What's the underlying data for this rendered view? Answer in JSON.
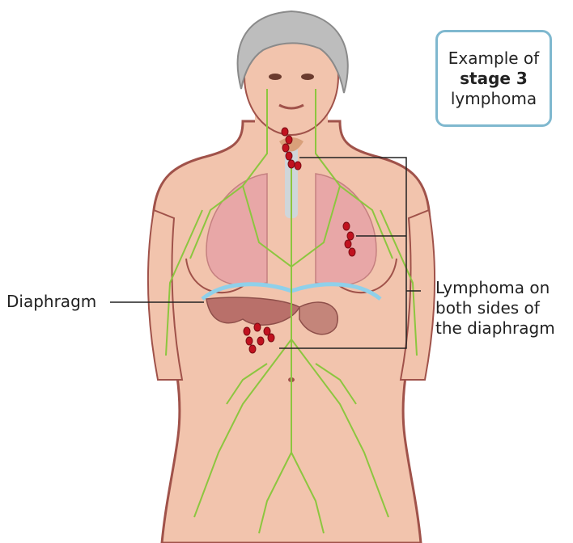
{
  "callout": {
    "line1": "Example of",
    "line2": "stage 3",
    "line3": "lymphoma"
  },
  "labels": {
    "diaphragm": "Diaphragm",
    "lymphoma_line1": "Lymphoma on",
    "lymphoma_line2": "both sides of",
    "lymphoma_line3": "the diaphragm"
  },
  "colors": {
    "skin": "#f2c4ad",
    "skin_outline": "#a0524a",
    "hair": "#bdbdbd",
    "lungs": "#e8a7a7",
    "liver": "#b9706a",
    "lymph_vessels": "#8cc63f",
    "lymphoma_nodes": "#c1121f",
    "diaphragm": "#8fd0ea",
    "callout_border": "#7fb8cf"
  }
}
